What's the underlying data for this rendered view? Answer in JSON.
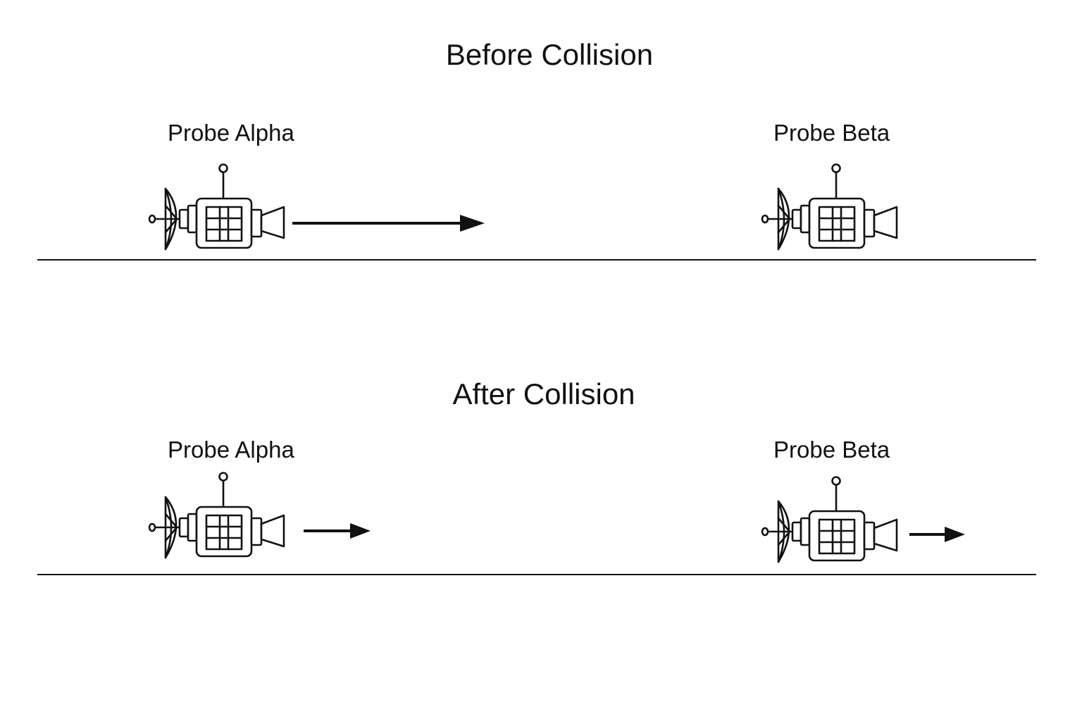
{
  "before": {
    "title": "Before Collision",
    "alpha": {
      "label": "Probe Alpha"
    },
    "beta": {
      "label": "Probe Beta"
    }
  },
  "after": {
    "title": "After Collision",
    "alpha": {
      "label": "Probe Alpha"
    },
    "beta": {
      "label": "Probe Beta"
    }
  },
  "icons": {
    "probe": "satellite-probe-icon",
    "arrow": "velocity-arrow-icon"
  },
  "colors": {
    "stroke": "#111111",
    "background": "#ffffff"
  }
}
